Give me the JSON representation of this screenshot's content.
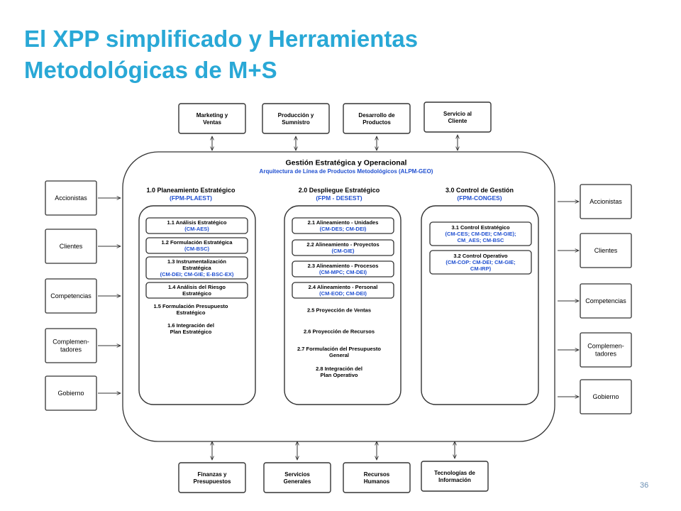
{
  "title": {
    "line1": "El XPP simplificado y Herramientas",
    "line2": "Metodológicas de M+S"
  },
  "top_boxes": [
    {
      "lines": [
        "Marketing y",
        "Ventas"
      ]
    },
    {
      "lines": [
        "Producción y",
        "Sumnistro"
      ]
    },
    {
      "lines": [
        "Desarrollo de",
        "Productos"
      ]
    },
    {
      "lines": [
        "Servicio al",
        "Cliente"
      ]
    }
  ],
  "bottom_boxes": [
    {
      "lines": [
        "Finanzas y",
        "Presupuestos"
      ]
    },
    {
      "lines": [
        "Servicios",
        "Generales"
      ]
    },
    {
      "lines": [
        "Recursos",
        "Humanos"
      ]
    },
    {
      "lines": [
        "Tecnologías de",
        "Información"
      ]
    }
  ],
  "left_boxes": [
    {
      "lines": [
        "Accionistas"
      ]
    },
    {
      "lines": [
        "Clientes"
      ]
    },
    {
      "lines": [
        "Competencias"
      ]
    },
    {
      "lines": [
        "Complemen-",
        "tadores"
      ]
    },
    {
      "lines": [
        "Gobierno"
      ]
    }
  ],
  "right_boxes": [
    {
      "lines": [
        "Accionistas"
      ]
    },
    {
      "lines": [
        "Clientes"
      ]
    },
    {
      "lines": [
        "Competencias"
      ]
    },
    {
      "lines": [
        "Complemen-",
        "tadores"
      ]
    },
    {
      "lines": [
        "Gobierno"
      ]
    }
  ],
  "center": {
    "title": "Gestión Estratégica y Operacional",
    "subtitle": "Arquitectura de Línea de Productos Metodológicos (ALPM-GEO)"
  },
  "columns": [
    {
      "heading": "1.0 Planeamiento Estratégico",
      "code": "(FPM-PLAEST)",
      "boxed": [
        {
          "title_lines": [
            "1.1 Análisis Estratégico"
          ],
          "code_lines": [
            "(CM-AES)"
          ]
        },
        {
          "title_lines": [
            "1.2 Formulación Estratégica"
          ],
          "code_lines": [
            "(CM-BSC)"
          ]
        },
        {
          "title_lines": [
            "1.3 Instrumentalización",
            "Estratégica"
          ],
          "code_lines": [
            "(CM-DEI; CM-GIE; E-BSC-EX)"
          ]
        },
        {
          "title_lines": [
            "1.4 Análisis del Riesgo",
            "Estratégico"
          ],
          "code_lines": []
        }
      ],
      "plain": [
        {
          "lines": [
            "1.5 Formulación Presupuesto",
            "Estratégico"
          ]
        },
        {
          "lines": [
            "1.6 Integración del",
            "Plan Estratégico"
          ]
        }
      ]
    },
    {
      "heading": "2.0 Despliegue Estratégico",
      "code": "(FPM - DESEST)",
      "boxed": [
        {
          "title_lines": [
            "2.1 Alineamiento - Unidades"
          ],
          "code_lines": [
            "(CM-DES; CM-DEI)"
          ]
        },
        {
          "title_lines": [
            "2.2 Alineamiento - Proyectos"
          ],
          "code_lines": [
            "(CM-GIE)"
          ]
        },
        {
          "title_lines": [
            "2.3 Alineamiento - Procesos"
          ],
          "code_lines": [
            "(CM-MPC; CM-DEI)"
          ]
        },
        {
          "title_lines": [
            "2.4 Alineamiento - Personal"
          ],
          "code_lines": [
            "(CM-EOD; CM-DEI)"
          ]
        }
      ],
      "plain": [
        {
          "lines": [
            "2.5 Proyección de Ventas"
          ]
        },
        {
          "lines": [
            "2.6 Proyección de Recursos"
          ]
        },
        {
          "lines": [
            "2.7 Formulación del Presupuesto",
            "General"
          ]
        },
        {
          "lines": [
            "2.8 Integración del",
            "Plan Operativo"
          ]
        }
      ]
    },
    {
      "heading": "3.0  Control de Gestión",
      "code": "(FPM-CONGES)",
      "boxed": [
        {
          "title_lines": [
            "3.1 Control Estratégico"
          ],
          "code_lines": [
            "(CM-CES; CM-DEI; CM-GIE);",
            "CM_AES; CM-BSC"
          ]
        },
        {
          "title_lines": [
            "3.2 Control Operativo"
          ],
          "code_lines": [
            "(CM-COP: CM-DEI; CM-GIE;",
            "CM-IRP)"
          ]
        }
      ],
      "plain": []
    }
  ],
  "page_number": "36",
  "colors": {
    "title": "#29a8d6",
    "code_text": "#1f4fd0",
    "line": "#333333",
    "page_number": "#6b8fb3"
  }
}
